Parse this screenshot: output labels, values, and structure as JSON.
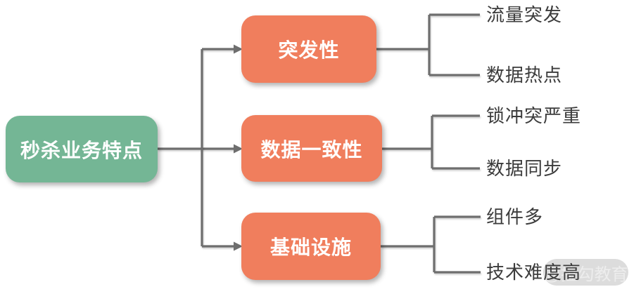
{
  "colors": {
    "background": "#FFFFFF",
    "root_fill": "#74B695",
    "branch_fill": "#F07E5D",
    "box_text": "#FFFFFF",
    "line": "#6E6E6E",
    "leaf_text": "#3B3B3B",
    "watermark_bg": "#DCDCDC",
    "watermark_text": "#EDEDED"
  },
  "root": {
    "label": "秒杀业务特点"
  },
  "branches": [
    {
      "label": "突发性",
      "leaves": [
        "流量突发",
        "数据热点"
      ]
    },
    {
      "label": "数据一致性",
      "leaves": [
        "锁冲突严重",
        "数据同步"
      ]
    },
    {
      "label": "基础设施",
      "leaves": [
        "组件多",
        "技术难度高"
      ]
    }
  ],
  "watermark": {
    "label": "@拉勾教育"
  }
}
